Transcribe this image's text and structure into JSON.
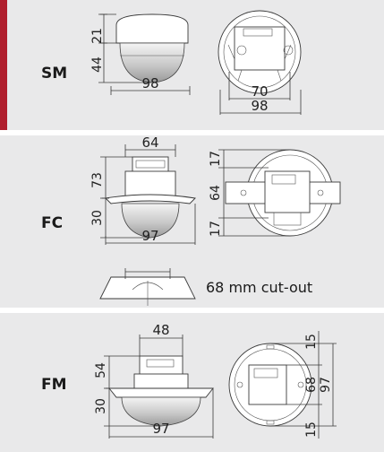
{
  "colors": {
    "accent": "#b01e2d",
    "panel": "#e9e9ea",
    "line": "#3a3a3a"
  },
  "panels": {
    "sm": {
      "label": "SM",
      "dims": {
        "top_height": "21",
        "dome_height": "44",
        "side_width": "98",
        "mount_width": "70",
        "plate_width": "98"
      }
    },
    "fc": {
      "label": "FC",
      "dims": {
        "top_width": "64",
        "body_height": "73",
        "dome_height": "30",
        "dome_width": "97",
        "gap_top": "17",
        "plate_height": "64",
        "gap_bottom": "17"
      },
      "cutout_note": "68 mm cut-out"
    },
    "fm": {
      "label": "FM",
      "dims": {
        "top_width": "48",
        "body_height": "54",
        "dome_height": "30",
        "dome_width": "97",
        "gap_top": "15",
        "plate_height": "68",
        "total_height": "97",
        "gap_bottom": "15"
      }
    }
  }
}
